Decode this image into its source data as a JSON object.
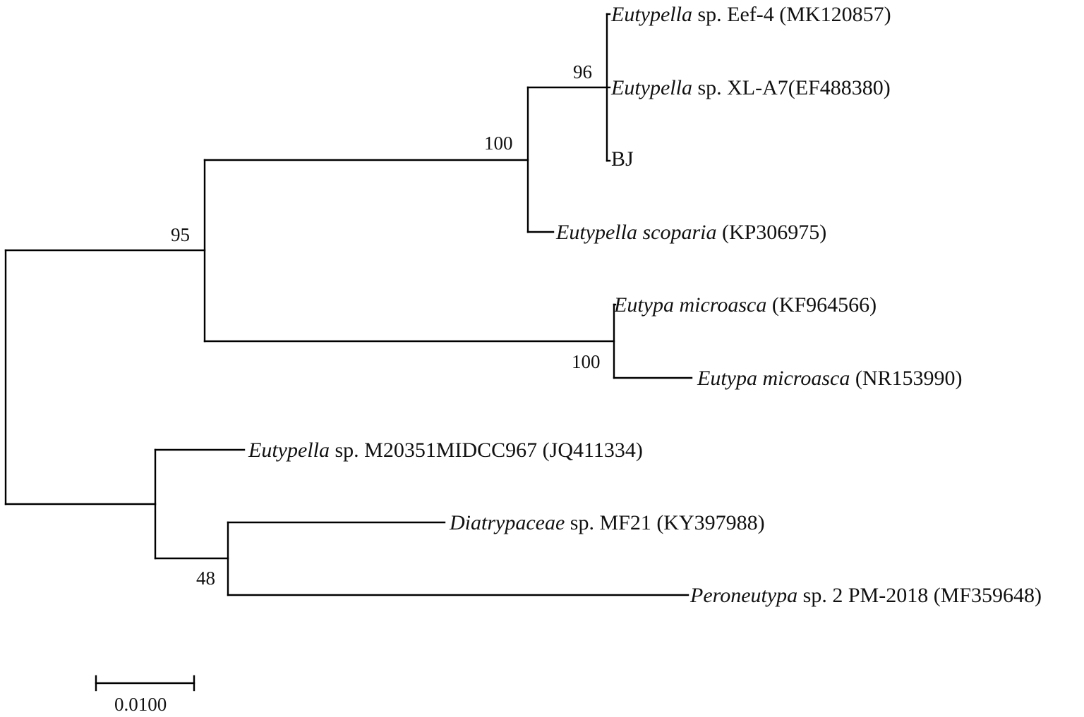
{
  "taxa": [
    {
      "id": "eef4",
      "italic": "Eutypella",
      "rest": " sp. Eef-4 (MK120857)"
    },
    {
      "id": "xla7",
      "italic": "Eutypella",
      "rest": " sp. XL-A7(EF488380)"
    },
    {
      "id": "bj",
      "italic": "",
      "rest": "BJ"
    },
    {
      "id": "scoparia",
      "italic": "Eutypella scoparia",
      "rest": " (KP306975)"
    },
    {
      "id": "microasca1",
      "italic": "Eutypa microasca",
      "rest": " (KF964566)"
    },
    {
      "id": "microasca2",
      "italic": "Eutypa microasca",
      "rest": " (NR153990)"
    },
    {
      "id": "m20351",
      "italic": "Eutypella",
      "rest": " sp. M20351MIDCC967 (JQ411334)"
    },
    {
      "id": "mf21",
      "italic": "Diatrypaceae",
      "rest": " sp. MF21 (KY397988)"
    },
    {
      "id": "peroneutypa",
      "italic": "Peroneutypa",
      "rest": " sp. 2 PM-2018 (MF359648)"
    }
  ],
  "support": {
    "eutypella_sp_clade": "96",
    "eutypella_clade": "100",
    "upper_clade": "95",
    "eutypa_clade": "100",
    "lower_subclade": "48"
  },
  "scale_bar": {
    "label": "0.0100"
  },
  "colors": {
    "branch": "#000000",
    "text": "#111111",
    "background": "#ffffff"
  }
}
